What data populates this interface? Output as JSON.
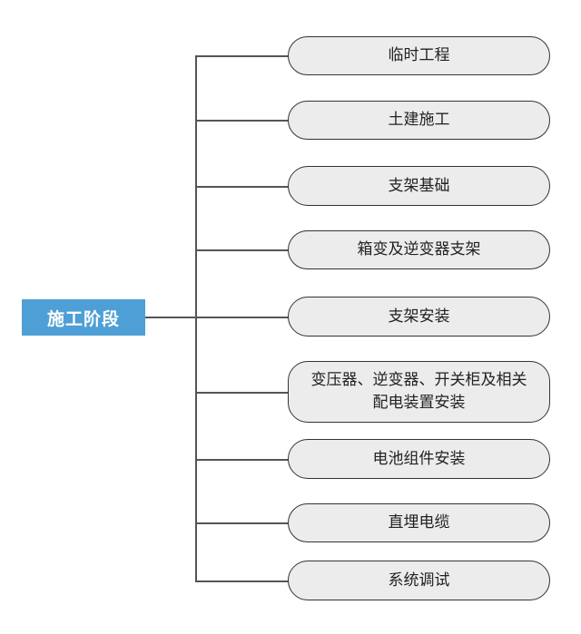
{
  "root": {
    "label": "施工阶段"
  },
  "stages": [
    {
      "label": "临时工程"
    },
    {
      "label": "土建施工"
    },
    {
      "label": "支架基础"
    },
    {
      "label": "箱变及逆变器支架"
    },
    {
      "label": "支架安装"
    },
    {
      "label": "变压器、逆变器、开关柜及相关配电装置安装"
    },
    {
      "label": "电池组件安装"
    },
    {
      "label": "直埋电缆"
    },
    {
      "label": "系统调试"
    }
  ],
  "colors": {
    "root_fill": "#4e9fd5",
    "stage_fill": "#ececec",
    "stage_border": "#333333",
    "connector": "#555555"
  }
}
